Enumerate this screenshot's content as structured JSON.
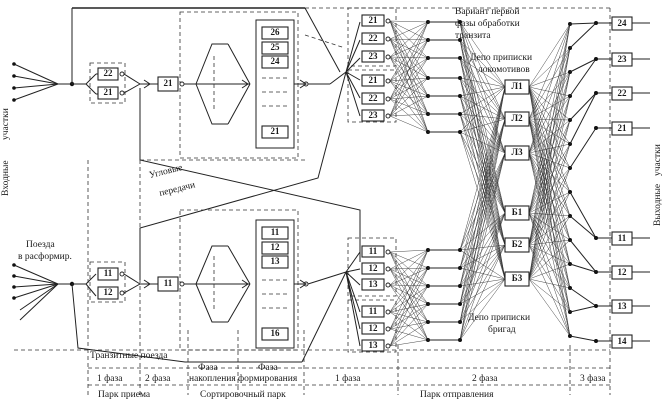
{
  "labels": {
    "transit_variant": "Вариант первой фазы обработки транзита",
    "loco_depot": "Депо приписки локомотивов",
    "incoming_sections": "Входные участки",
    "outgoing_sections": "Выходные участки",
    "corner_transfers": "Угловые передачи",
    "trains_to_disband": "Поезда в расформир.",
    "transit_trains": "Транзитные поезда",
    "crew_depot": "Депо приписки бригад"
  },
  "phases": {
    "phase1": "1 фаза",
    "phase2": "2 фаза",
    "accumulation": "Фаза накопления",
    "formation": "Фаза формирования",
    "dep_phase1": "1 фаза",
    "dep_phase2": "2 фаза",
    "phase3": "3 фаза"
  },
  "parks": {
    "reception": "Парк приема",
    "sorting": "Сортировочный парк",
    "departure": "Парк отправления"
  },
  "upper": {
    "reception_tracks": [
      "22",
      "21"
    ],
    "hump": "21",
    "form_tracks": [
      "26",
      "25",
      "24",
      "21"
    ],
    "dep_group_a": [
      "21",
      "22",
      "23"
    ],
    "dep_group_b": [
      "21",
      "22",
      "23"
    ]
  },
  "lower": {
    "reception_tracks": [
      "11",
      "12"
    ],
    "hump": "11",
    "form_tracks": [
      "11",
      "12",
      "13",
      "16"
    ],
    "dep_group_a": [
      "11",
      "12",
      "13"
    ],
    "dep_group_b": [
      "11",
      "12",
      "13"
    ]
  },
  "locos": [
    "Л1",
    "Л2",
    "Л3"
  ],
  "crews": [
    "Б1",
    "Б2",
    "Б3"
  ],
  "outputs": [
    "24",
    "23",
    "22",
    "21",
    "11",
    "12",
    "13",
    "14"
  ]
}
